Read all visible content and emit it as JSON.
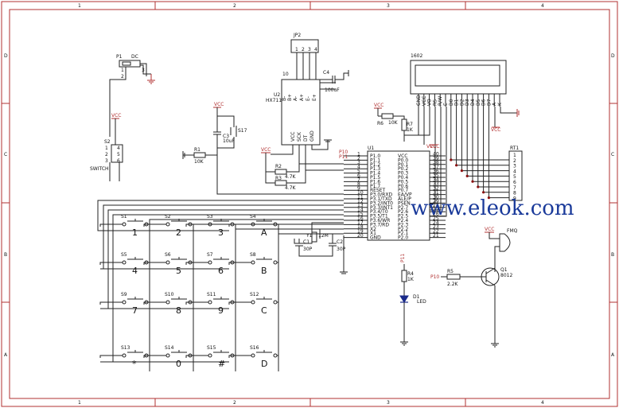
{
  "frame": {
    "columns": [
      "1",
      "2",
      "3",
      "4"
    ],
    "rows": [
      "D",
      "C",
      "B",
      "A"
    ]
  },
  "watermark": "www.eleok.com",
  "power": {
    "vcc": "VCC"
  },
  "p1": {
    "ref": "P1",
    "type": "DC",
    "pins": [
      "1",
      "2",
      "3"
    ]
  },
  "switch": {
    "ref": "S2",
    "name": "SWITCH",
    "pins": [
      "1",
      "2",
      "3",
      "4",
      "5",
      "6"
    ]
  },
  "jp2": {
    "ref": "JP2",
    "pins": [
      "1",
      "2",
      "3",
      "4"
    ]
  },
  "hx711": {
    "ref": "U2",
    "name": "HX711",
    "pins_top": [
      "B-",
      "B+",
      "A-",
      "A+",
      "E-",
      "E+"
    ],
    "pin10": "10",
    "pins_bottom": [
      "VCC",
      "SCK",
      "DT",
      "GND"
    ]
  },
  "c4": {
    "ref": "C4",
    "value": "100uF"
  },
  "lcd": {
    "ref": "1602",
    "pins": [
      "GND",
      "VCC",
      "VO",
      "RS",
      "R/W",
      "E",
      "D0",
      "D1",
      "D2",
      "D3",
      "D4",
      "D5",
      "D6",
      "D7",
      "A",
      "K"
    ]
  },
  "r6": {
    "ref": "R6",
    "value": "10K"
  },
  "r7": {
    "ref": "R7",
    "value": "1K"
  },
  "s17": {
    "ref": "S17"
  },
  "c3": {
    "ref": "C3",
    "value": "10uF"
  },
  "r1": {
    "ref": "R1",
    "value": "10K"
  },
  "r2": {
    "ref": "R2",
    "value": "4.7K"
  },
  "r3": {
    "ref": "R3",
    "value": "4.7K"
  },
  "mcu": {
    "ref": "U1",
    "left": [
      {
        "pin": "1",
        "name": "P1.0"
      },
      {
        "pin": "2",
        "name": "P1.1"
      },
      {
        "pin": "3",
        "name": "P1.2"
      },
      {
        "pin": "4",
        "name": "P1.3"
      },
      {
        "pin": "5",
        "name": "P1.4"
      },
      {
        "pin": "6",
        "name": "P1.5"
      },
      {
        "pin": "7",
        "name": "P1.6"
      },
      {
        "pin": "8",
        "name": "P1.7"
      },
      {
        "pin": "9",
        "name": "RESET"
      },
      {
        "pin": "10",
        "name": "P3.0/RXD"
      },
      {
        "pin": "11",
        "name": "P3.1/TXD"
      },
      {
        "pin": "12",
        "name": "P3.2/INT0"
      },
      {
        "pin": "13",
        "name": "P3.3/INT1"
      },
      {
        "pin": "14",
        "name": "P3.4/T0"
      },
      {
        "pin": "15",
        "name": "P3.5/T1"
      },
      {
        "pin": "16",
        "name": "P3.6/WR"
      },
      {
        "pin": "17",
        "name": "P3.7/RD"
      },
      {
        "pin": "18",
        "name": "X2"
      },
      {
        "pin": "19",
        "name": "X1"
      },
      {
        "pin": "20",
        "name": "GND"
      }
    ],
    "right": [
      {
        "pin": "40",
        "name": "VCC"
      },
      {
        "pin": "39",
        "name": "P0.0"
      },
      {
        "pin": "38",
        "name": "P0.1"
      },
      {
        "pin": "37",
        "name": "P0.2"
      },
      {
        "pin": "36",
        "name": "P0.3"
      },
      {
        "pin": "35",
        "name": "P0.4"
      },
      {
        "pin": "34",
        "name": "P0.5"
      },
      {
        "pin": "33",
        "name": "P0.6"
      },
      {
        "pin": "32",
        "name": "P0.7"
      },
      {
        "pin": "31",
        "name": "EA/VP"
      },
      {
        "pin": "30",
        "name": "ALE/P"
      },
      {
        "pin": "29",
        "name": "PSEN"
      },
      {
        "pin": "28",
        "name": "P2.7"
      },
      {
        "pin": "27",
        "name": "P2.6"
      },
      {
        "pin": "26",
        "name": "P2.5"
      },
      {
        "pin": "25",
        "name": "P2.4"
      },
      {
        "pin": "24",
        "name": "P2.3"
      },
      {
        "pin": "23",
        "name": "P2.2"
      },
      {
        "pin": "22",
        "name": "P2.1"
      },
      {
        "pin": "21",
        "name": "P2.0"
      }
    ],
    "net_p10": "P10",
    "net_p11": "P11"
  },
  "rt1": {
    "ref": "RT1",
    "pins": [
      "1",
      "2",
      "3",
      "4",
      "5",
      "6",
      "7",
      "8",
      "9"
    ]
  },
  "crystal": {
    "ref": "Y1",
    "value": "12M",
    "c1": "C1",
    "c2": "C2",
    "cap": "30P"
  },
  "keypad": [
    {
      "ref": "S1",
      "label": "1"
    },
    {
      "ref": "S2",
      "label": "2"
    },
    {
      "ref": "S3",
      "label": "3"
    },
    {
      "ref": "S4",
      "label": "A"
    },
    {
      "ref": "S5",
      "label": "4"
    },
    {
      "ref": "S6",
      "label": "5"
    },
    {
      "ref": "S7",
      "label": "6"
    },
    {
      "ref": "S8",
      "label": "B"
    },
    {
      "ref": "S9",
      "label": "7"
    },
    {
      "ref": "S10",
      "label": "8"
    },
    {
      "ref": "S11",
      "label": "9"
    },
    {
      "ref": "S12",
      "label": "C"
    },
    {
      "ref": "S13",
      "label": "*"
    },
    {
      "ref": "S14",
      "label": "0"
    },
    {
      "ref": "S15",
      "label": "#"
    },
    {
      "ref": "S16",
      "label": "D"
    }
  ],
  "led": {
    "ref": "D1",
    "name": "LED",
    "r": "R4",
    "rvalue": "1K",
    "net": "P11"
  },
  "buzzer": {
    "ref": "FMQ",
    "q": "Q1",
    "qtype": "8012",
    "r": "R5",
    "rvalue": "2.2K",
    "net": "P10"
  }
}
